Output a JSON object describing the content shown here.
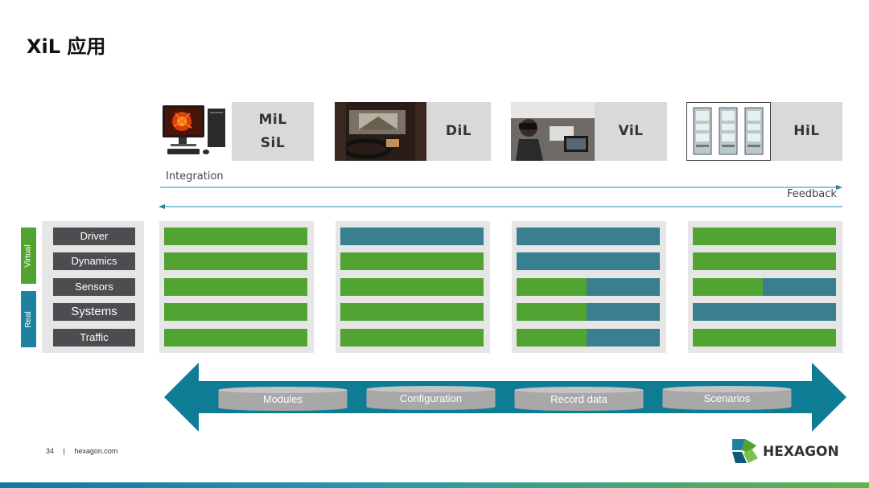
{
  "title": "XiL 应用",
  "columns": [
    {
      "id": "mil",
      "lines": [
        "MiL",
        "SiL"
      ],
      "image": "desktop-computer-image",
      "bars": [
        [
          "green",
          1
        ],
        [
          "green",
          1
        ],
        [
          "green",
          1
        ],
        [
          "green",
          1
        ],
        [
          "green",
          1
        ]
      ]
    },
    {
      "id": "dil",
      "lines": [
        "DiL"
      ],
      "image": "driving-simulator-image",
      "bars": [
        [
          "teal",
          1
        ],
        [
          "green",
          1
        ],
        [
          "green",
          1
        ],
        [
          "green",
          1
        ],
        [
          "green",
          1
        ]
      ]
    },
    {
      "id": "vil",
      "lines": [
        "ViL"
      ],
      "image": "in-car-vr-image",
      "bars": [
        [
          "teal",
          1
        ],
        [
          "teal",
          1
        ],
        [
          "split",
          0.49
        ],
        [
          "split",
          0.49
        ],
        [
          "split",
          0.49
        ]
      ]
    },
    {
      "id": "hil",
      "lines": [
        "HiL"
      ],
      "image": "hil-rack-image",
      "bars": [
        [
          "green",
          1
        ],
        [
          "green",
          1
        ],
        [
          "split",
          0.49
        ],
        [
          "teal",
          1
        ],
        [
          "green",
          1
        ]
      ]
    }
  ],
  "integration_label": "Integration",
  "feedback_label": "Feedback",
  "side_tabs": {
    "virtual": "Virtual",
    "real": "Real"
  },
  "row_labels": [
    "Driver",
    "Dynamics",
    "Sensors",
    "Systems",
    "Traffic"
  ],
  "bottom_items": [
    "Modules",
    "Configuration",
    "Record data",
    "Scenarios"
  ],
  "footer": {
    "page": "34",
    "separator": "|",
    "site": "hexagon.com"
  },
  "logo_text": "HEXAGON",
  "colors": {
    "green": "#52a432",
    "teal": "#3a7f90",
    "panel": "#e6e6e6",
    "arrow": "#0f7c96",
    "label_bg": "#4b4d50"
  }
}
